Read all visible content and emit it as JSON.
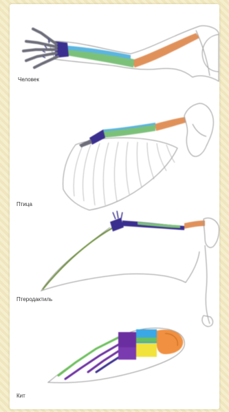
{
  "labels": {
    "human": "Человек",
    "bird": "Птица",
    "pterodactyl": "Птеродактиль",
    "whale": "Кит"
  },
  "colors": {
    "background": "#f3ecc9",
    "humerus": "#e0915a",
    "radius_ulna": "#7cc17a",
    "radius_ulna_light": "#5bb5e0",
    "carpals": "#3a2f8f",
    "digits": "#6d6d7a",
    "whale_orange": "#f09040",
    "whale_blue": "#3aa7e6",
    "whale_yellow": "#f1e23c",
    "whale_purple": "#6b2ea0",
    "whale_green": "#6bbf5a",
    "outline": "#777777"
  }
}
